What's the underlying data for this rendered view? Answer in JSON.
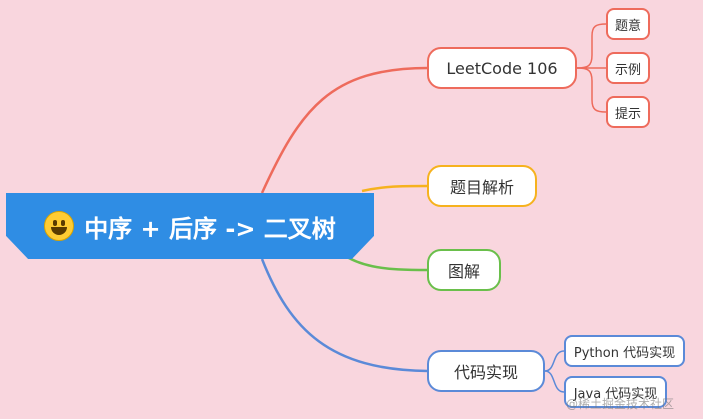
{
  "root": {
    "label": "中序 + 后序 -> 二叉树",
    "icon": "smiley-face-icon"
  },
  "branches": {
    "leetcode": {
      "label": "LeetCode 106",
      "color": "#ee6b5c",
      "children": [
        "题意",
        "示例",
        "提示"
      ]
    },
    "analysis": {
      "label": "题目解析",
      "color": "#f6b21e"
    },
    "diagram": {
      "label": "图解",
      "color": "#6abf4b"
    },
    "code": {
      "label": "代码实现",
      "color": "#5b8ad8",
      "children": [
        "Python 代码实现",
        "Java 代码实现"
      ]
    }
  },
  "watermark": "@稀土掘金技术社区"
}
